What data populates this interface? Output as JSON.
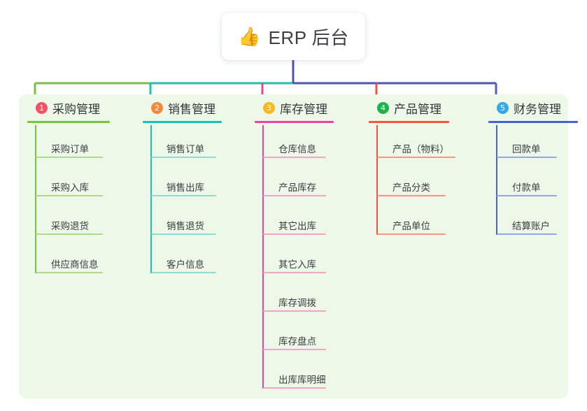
{
  "root": {
    "icon": "thumbs-up-emoji",
    "emoji": "👍",
    "label": "ERP 后台"
  },
  "theme": {
    "page_background": "#ffffff",
    "panel_background": "#eef8e8",
    "card_background": "#ffffff",
    "title_text_color": "#3c3f44",
    "node_text_color": "#3a3d42",
    "trunk_color": "#4a55b5"
  },
  "branches": [
    {
      "number": "1",
      "label": "采购管理",
      "badge_color": "#f25268",
      "line_color": "#7ac143",
      "leaf_line_color": "#aed98a",
      "items": [
        {
          "label": "采购订单"
        },
        {
          "label": "采购入库"
        },
        {
          "label": "采购退货"
        },
        {
          "label": "供应商信息"
        }
      ]
    },
    {
      "number": "2",
      "label": "销售管理",
      "badge_color": "#f5893b",
      "line_color": "#1ec2ae",
      "leaf_line_color": "#8ddcd2",
      "items": [
        {
          "label": "销售订单"
        },
        {
          "label": "销售出库"
        },
        {
          "label": "销售退货"
        },
        {
          "label": "客户信息"
        }
      ]
    },
    {
      "number": "3",
      "label": "库存管理",
      "badge_color": "#f8b81f",
      "line_color": "#e8459b",
      "leaf_line_color": "#f0a5ca",
      "items": [
        {
          "label": "仓库信息"
        },
        {
          "label": "产品库存"
        },
        {
          "label": "其它出库"
        },
        {
          "label": "其它入库"
        },
        {
          "label": "库存调拨"
        },
        {
          "label": "库存盘点"
        },
        {
          "label": "出库库明细"
        }
      ]
    },
    {
      "number": "4",
      "label": "产品管理",
      "badge_color": "#1bb34a",
      "line_color": "#f6523f",
      "leaf_line_color": "#f59589",
      "items": [
        {
          "label": "产品（物料）"
        },
        {
          "label": "产品分类"
        },
        {
          "label": "产品单位"
        }
      ]
    },
    {
      "number": "5",
      "label": "财务管理",
      "badge_color": "#34a8e8",
      "line_color": "#4a63c8",
      "leaf_line_color": "#97a8e0",
      "items": [
        {
          "label": "回款单"
        },
        {
          "label": "付款单"
        },
        {
          "label": "结算账户"
        }
      ]
    }
  ]
}
